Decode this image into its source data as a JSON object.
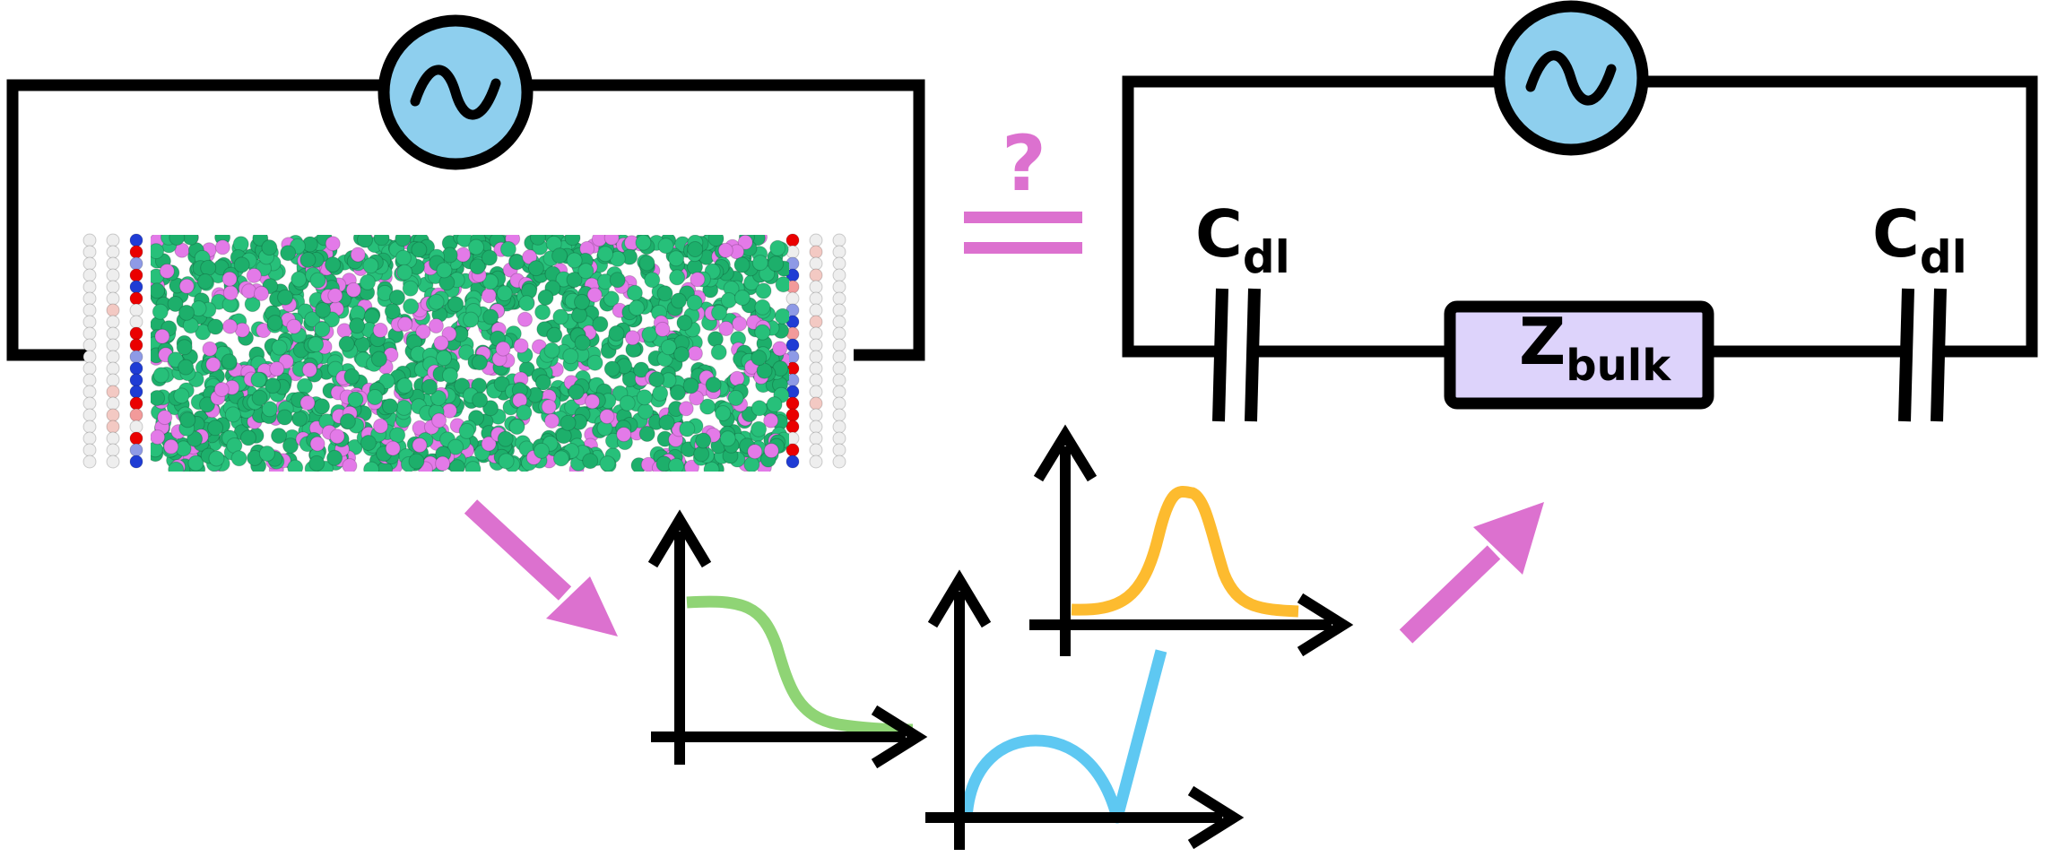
{
  "colors": {
    "wire": "#000000",
    "source_fill": "#8ecfee",
    "zbulk_fill": "#ddd3fb",
    "accent_pink": "#dc71cf",
    "solvent_green": "#1daf6b",
    "ion_magenta": "#e37ae8",
    "curve_green": "#8fd475",
    "curve_orange": "#fdbb2f",
    "curve_blue": "#5ec8f2",
    "electrode_red": "#ea0000",
    "electrode_blue": "#1f3cd4",
    "electrode_white": "#eeeeee"
  },
  "left_circuit": {
    "source_icon": "ac-source-icon",
    "simulation_icon": "md-simulation-box"
  },
  "equivalence": {
    "question_mark": "?",
    "equals_icon": "equals-icon"
  },
  "right_circuit": {
    "source_icon": "ac-source-icon",
    "left_capacitor": {
      "main": "C",
      "sub": "dl"
    },
    "right_capacitor": {
      "main": "C",
      "sub": "dl"
    },
    "bulk_impedance": {
      "main": "Z",
      "sub": "bulk"
    }
  },
  "plots": [
    {
      "name": "decay-curve-plot",
      "curve": "sigmoid-decay"
    },
    {
      "name": "nyquist-plot",
      "curve": "semicircle-with-spike"
    },
    {
      "name": "peak-curve-plot",
      "curve": "gaussian-peak"
    }
  ],
  "arrows": [
    "arrow-to-plots",
    "arrow-to-circuit"
  ]
}
